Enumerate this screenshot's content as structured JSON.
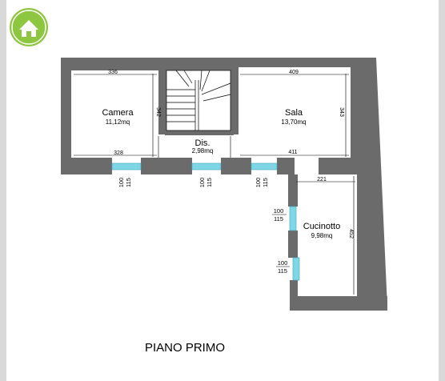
{
  "colors": {
    "wall": "#6b6b6b",
    "glass": "#7fd7e6",
    "logo": "#8dc63f",
    "frame": "#d9d9d9"
  },
  "logo": {
    "icon": "house-logo-icon"
  },
  "title": "PIANO PRIMO",
  "rooms": {
    "camera": {
      "name": "Camera",
      "area": "11,12mq",
      "dim_top": "336",
      "dim_bottom": "328",
      "dim_side": "342"
    },
    "dis": {
      "name": "Dis.",
      "area": "2,98mq"
    },
    "sala": {
      "name": "Sala",
      "area": "13,70mq",
      "dim_top": "409",
      "dim_bottom": "411",
      "dim_side": "343"
    },
    "cucinotto": {
      "name": "Cucinotto",
      "area": "9,98mq",
      "dim_top": "221",
      "dim_side": "452"
    }
  },
  "windows": [
    {
      "w": "100",
      "h": "115"
    },
    {
      "w": "100",
      "h": "115"
    },
    {
      "w": "100",
      "h": "115"
    },
    {
      "w": "100",
      "h": "115"
    },
    {
      "w": "100",
      "h": "115"
    }
  ]
}
